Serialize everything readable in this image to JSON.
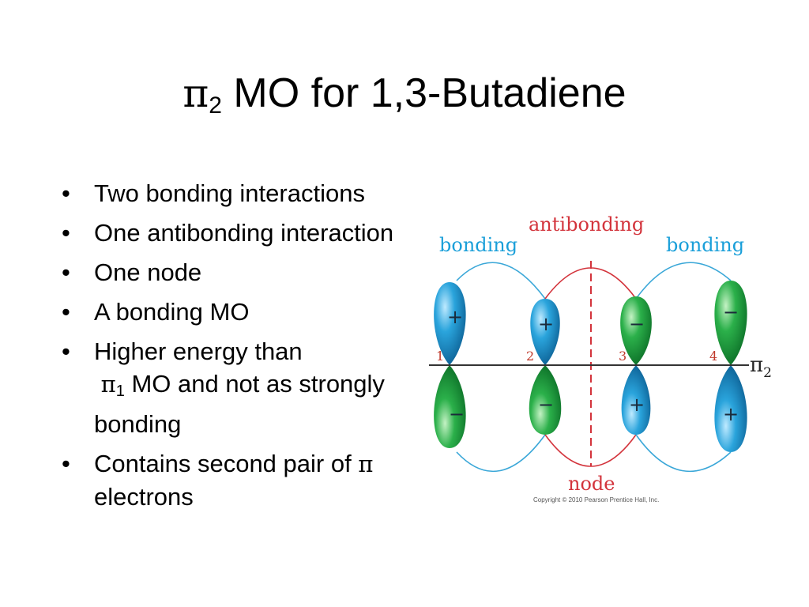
{
  "title": {
    "symbol": "π",
    "subscript": "2",
    "text": "MO for 1,3-Butadiene"
  },
  "bullets": [
    {
      "text": "Two bonding interactions"
    },
    {
      "text": "One antibonding interaction"
    },
    {
      "text": "One node"
    },
    {
      "text": "A bonding MO"
    },
    {
      "pre": "Higher energy than",
      "symbol": "π",
      "subscript": "1",
      "post": "MO and not as strongly bonding"
    },
    {
      "pre": "Contains second pair of",
      "symbol": "π",
      "post": "electrons"
    }
  ],
  "diagram": {
    "labels": {
      "left_bonding": "bonding",
      "center_antibonding": "antibonding",
      "right_bonding": "bonding",
      "node": "node"
    },
    "atoms": [
      "1",
      "2",
      "3",
      "4"
    ],
    "orbital_label": {
      "symbol": "π",
      "subscript": "2"
    },
    "lobes": [
      {
        "atom": "1",
        "top_sign": "+",
        "bottom_sign": "−",
        "top_phase": "blue",
        "bottom_phase": "green"
      },
      {
        "atom": "2",
        "top_sign": "+",
        "bottom_sign": "−",
        "top_phase": "blue",
        "bottom_phase": "green"
      },
      {
        "atom": "3",
        "top_sign": "−",
        "bottom_sign": "+",
        "top_phase": "green",
        "bottom_phase": "blue"
      },
      {
        "atom": "4",
        "top_sign": "−",
        "bottom_sign": "+",
        "top_phase": "green",
        "bottom_phase": "blue"
      }
    ],
    "copyright": "Copyright © 2010 Pearson Prentice Hall, Inc.",
    "colors": {
      "blue_phase": "#2aa4dc",
      "green_phase": "#2bb04a",
      "bonding_text": "#1a9fd9",
      "antibonding_text": "#d3343c",
      "node_line": "#d3343c",
      "atom_number": "#c0392b"
    }
  }
}
